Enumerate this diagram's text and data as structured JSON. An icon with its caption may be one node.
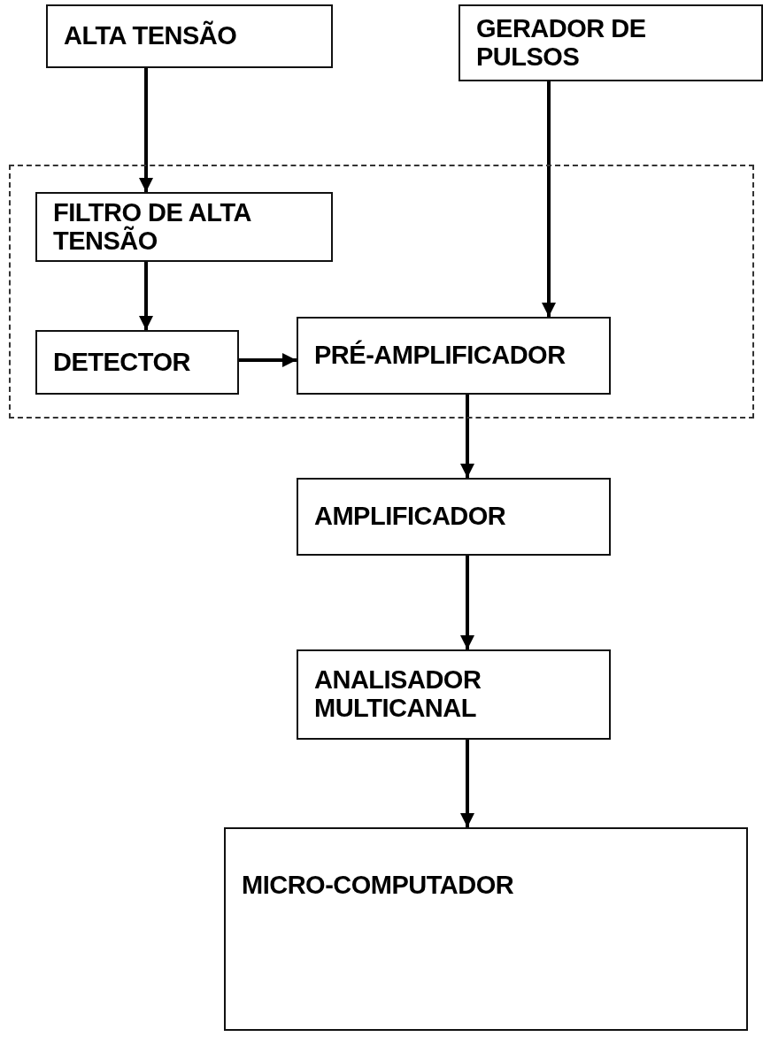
{
  "diagram": {
    "nodes": [
      {
        "text": [
          "ALTA TENSÃO"
        ]
      },
      {
        "text": [
          "GERADOR DE PULSOS"
        ]
      },
      {
        "text": [],
        "shape": "box"
      },
      {
        "text": [
          "FILTRO DE ALTA TENSÃO"
        ],
        "in": 2
      },
      {
        "text": [
          "DETECTOR"
        ],
        "in": 2
      },
      {
        "text": [
          "PRÉ-AMPLIFICADOR"
        ],
        "in": 2
      },
      {
        "text": [
          "AMPLIFICADOR"
        ]
      },
      {
        "text": [
          "ANALISADOR MULTICANAL"
        ]
      },
      {
        "text": [
          "MICRO-COMPUTADOR"
        ]
      }
    ],
    "edges": [
      {
        "from": 0,
        "to": 3,
        "arrow": "to"
      },
      {
        "from": 1,
        "to": 5,
        "arrow": "to"
      },
      {
        "from": 3,
        "to": 4,
        "arrow": "to"
      },
      {
        "from": 4,
        "to": 5,
        "arrow": "to"
      },
      {
        "from": 5,
        "to": 6,
        "arrow": "to"
      },
      {
        "from": 6,
        "to": 7,
        "arrow": "to"
      },
      {
        "from": 7,
        "to": 8,
        "arrow": "to"
      }
    ]
  }
}
